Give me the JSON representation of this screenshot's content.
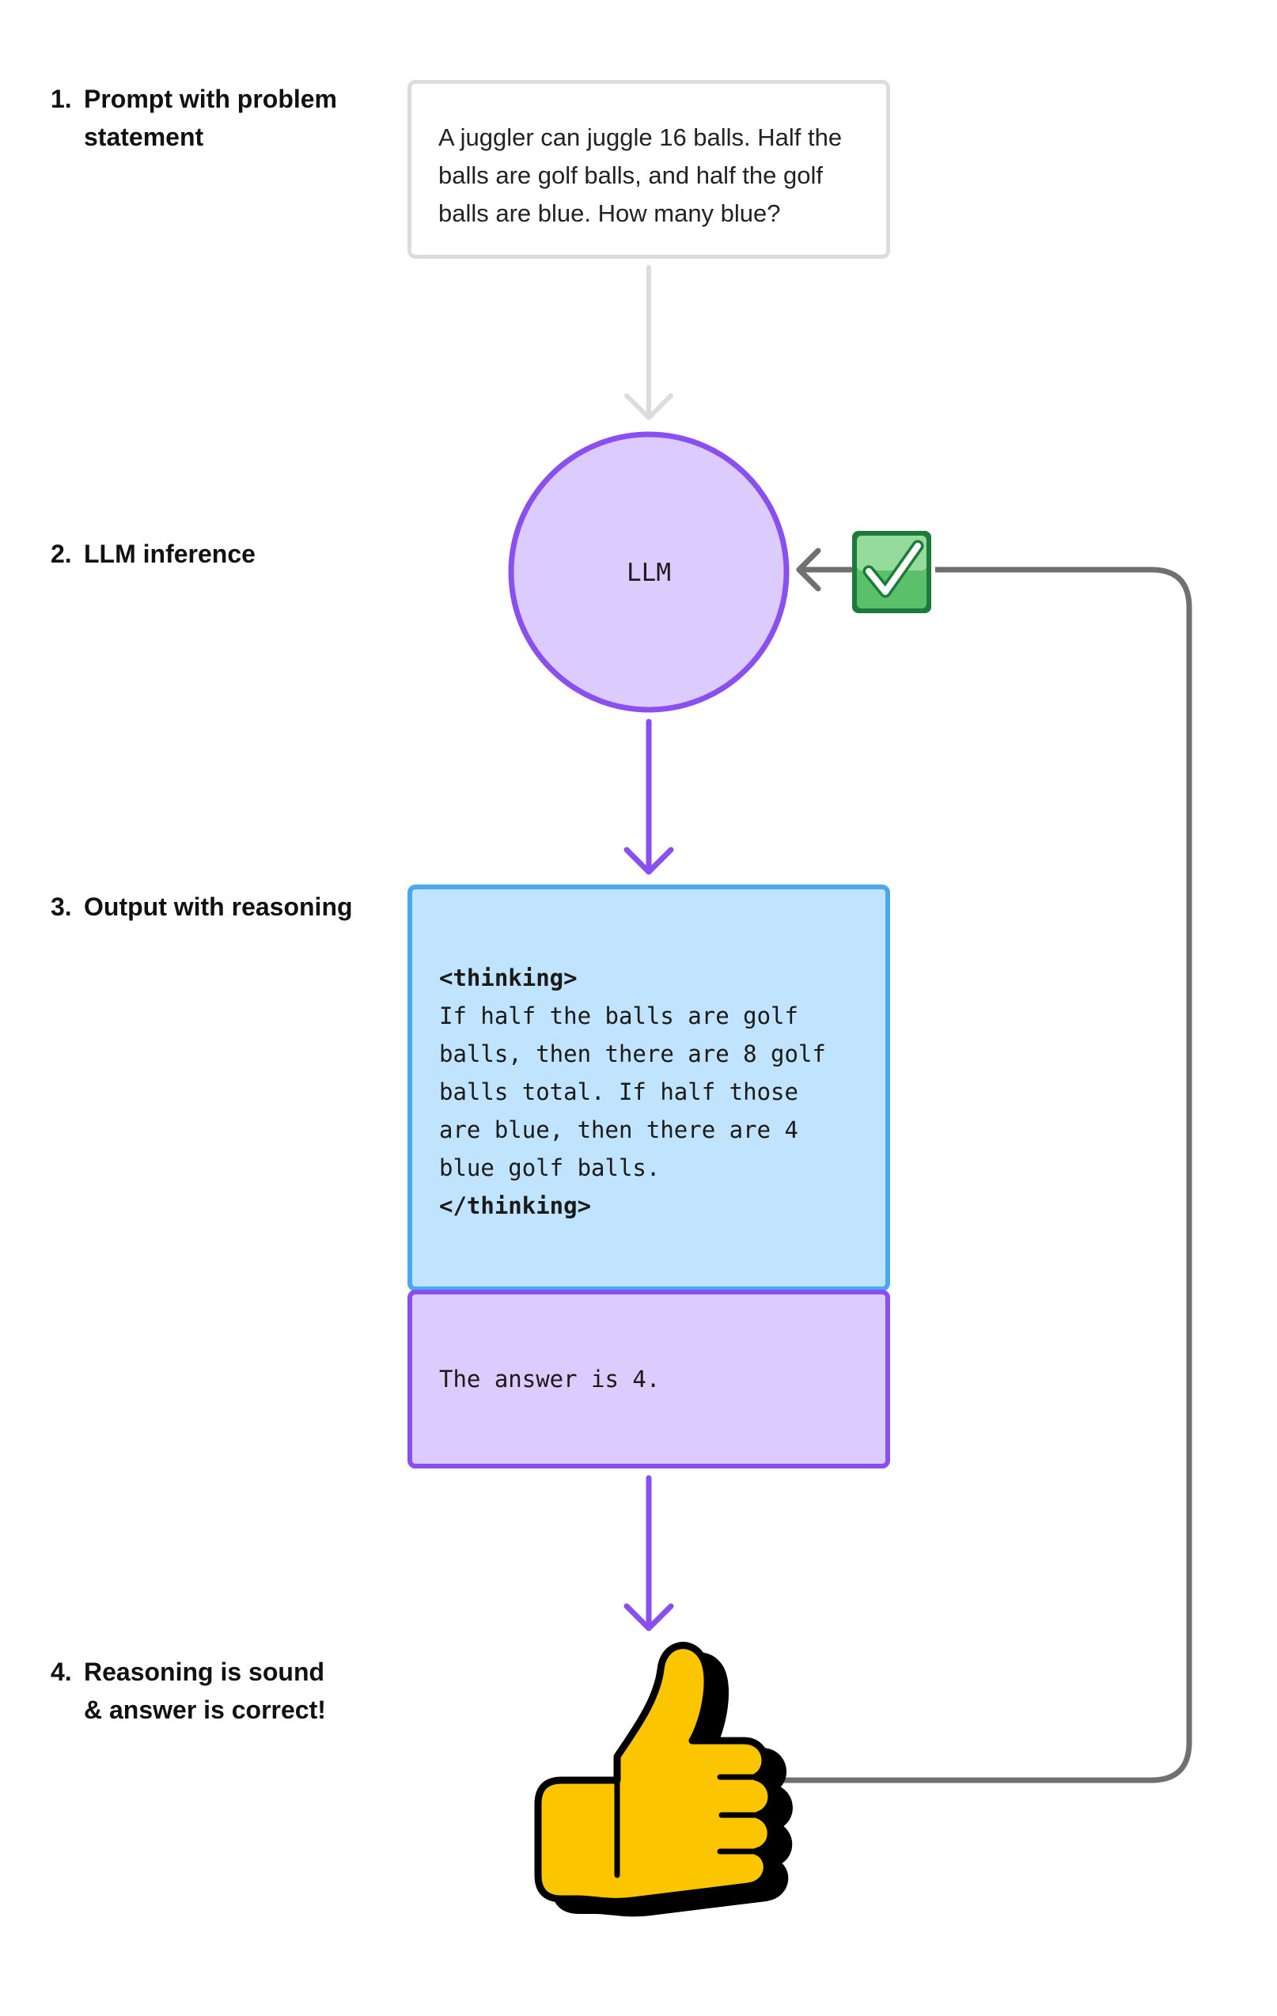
{
  "steps": [
    {
      "num": "1.",
      "text": "Prompt with problem\nstatement"
    },
    {
      "num": "2.",
      "text": "LLM inference"
    },
    {
      "num": "3.",
      "text": "Output with reasoning"
    },
    {
      "num": "4.",
      "text": "Reasoning is sound\n& answer is correct!"
    }
  ],
  "prompt": {
    "text": "A juggler can juggle 16 balls. Half the balls are golf balls, and half the golf balls are blue. How many blue?"
  },
  "llm": {
    "label": "LLM"
  },
  "output": {
    "thinking_open": "<thinking>",
    "thinking_body": "If half the balls are golf\nballs, then there are 8 golf\nballs total. If half those\nare blue, then there are 4\nblue golf balls.",
    "thinking_close": "</thinking>",
    "answer": "The answer is 4."
  },
  "icons": {
    "check": "check-mark-icon",
    "thumbs": "thumbs-up-icon"
  },
  "colors": {
    "prompt_border": "#dcdcdc",
    "llm_fill": "#dccbfd",
    "llm_stroke": "#8a4fef",
    "thinking_fill": "#c0e4fd",
    "thinking_border": "#4aa8f0",
    "answer_fill": "#dccbfd",
    "arrow_gray": "#dcdcdc",
    "arrow_purple": "#8a4fef",
    "feedback_line": "#707070",
    "thumb_fill": "#fbc500",
    "check_green": "#2e9a4a"
  }
}
